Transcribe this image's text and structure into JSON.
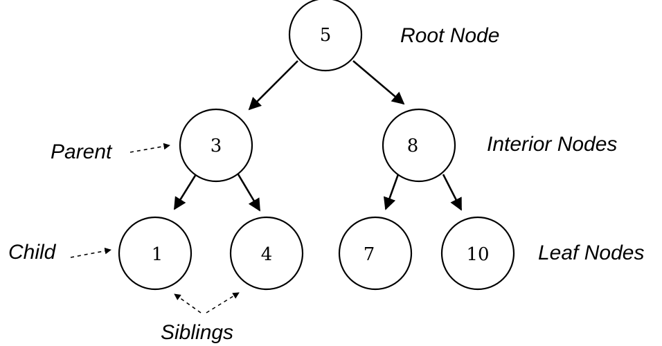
{
  "nodes": {
    "root": "5",
    "left_interior": "3",
    "right_interior": "8",
    "leaf_1": "1",
    "leaf_4": "4",
    "leaf_7": "7",
    "leaf_10": "10"
  },
  "labels": {
    "root": "Root Node",
    "interior": "Interior Nodes",
    "leaf": "Leaf Nodes",
    "parent": "Parent",
    "child": "Child",
    "siblings": "Siblings"
  },
  "edges": [
    {
      "from": "5",
      "to": "3"
    },
    {
      "from": "5",
      "to": "8"
    },
    {
      "from": "3",
      "to": "1"
    },
    {
      "from": "3",
      "to": "4"
    },
    {
      "from": "8",
      "to": "7"
    },
    {
      "from": "8",
      "to": "10"
    }
  ],
  "colors": {
    "line": "#000000",
    "background": "#ffffff"
  }
}
